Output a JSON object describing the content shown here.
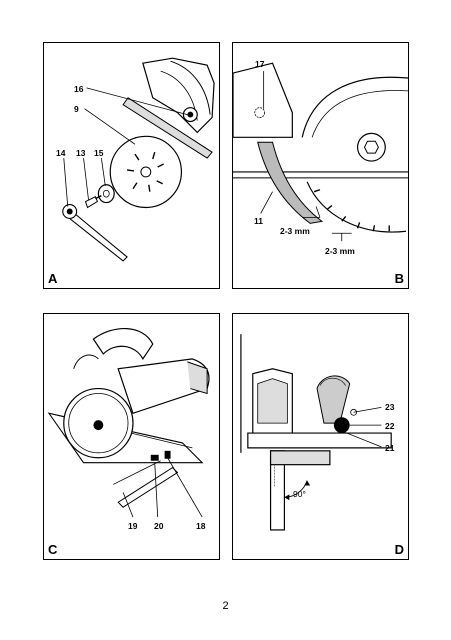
{
  "panels": {
    "A": {
      "letter": "A",
      "callouts": [
        "16",
        "9",
        "14",
        "13",
        "15"
      ]
    },
    "B": {
      "letter": "B",
      "callouts": [
        "17",
        "11"
      ],
      "dims": [
        "2-3 mm",
        "2-3 mm"
      ]
    },
    "C": {
      "letter": "C",
      "callouts": [
        "19",
        "20",
        "18"
      ]
    },
    "D": {
      "letter": "D",
      "callouts": [
        "23",
        "22",
        "21"
      ],
      "angle": "90°"
    }
  },
  "page_number": "2"
}
